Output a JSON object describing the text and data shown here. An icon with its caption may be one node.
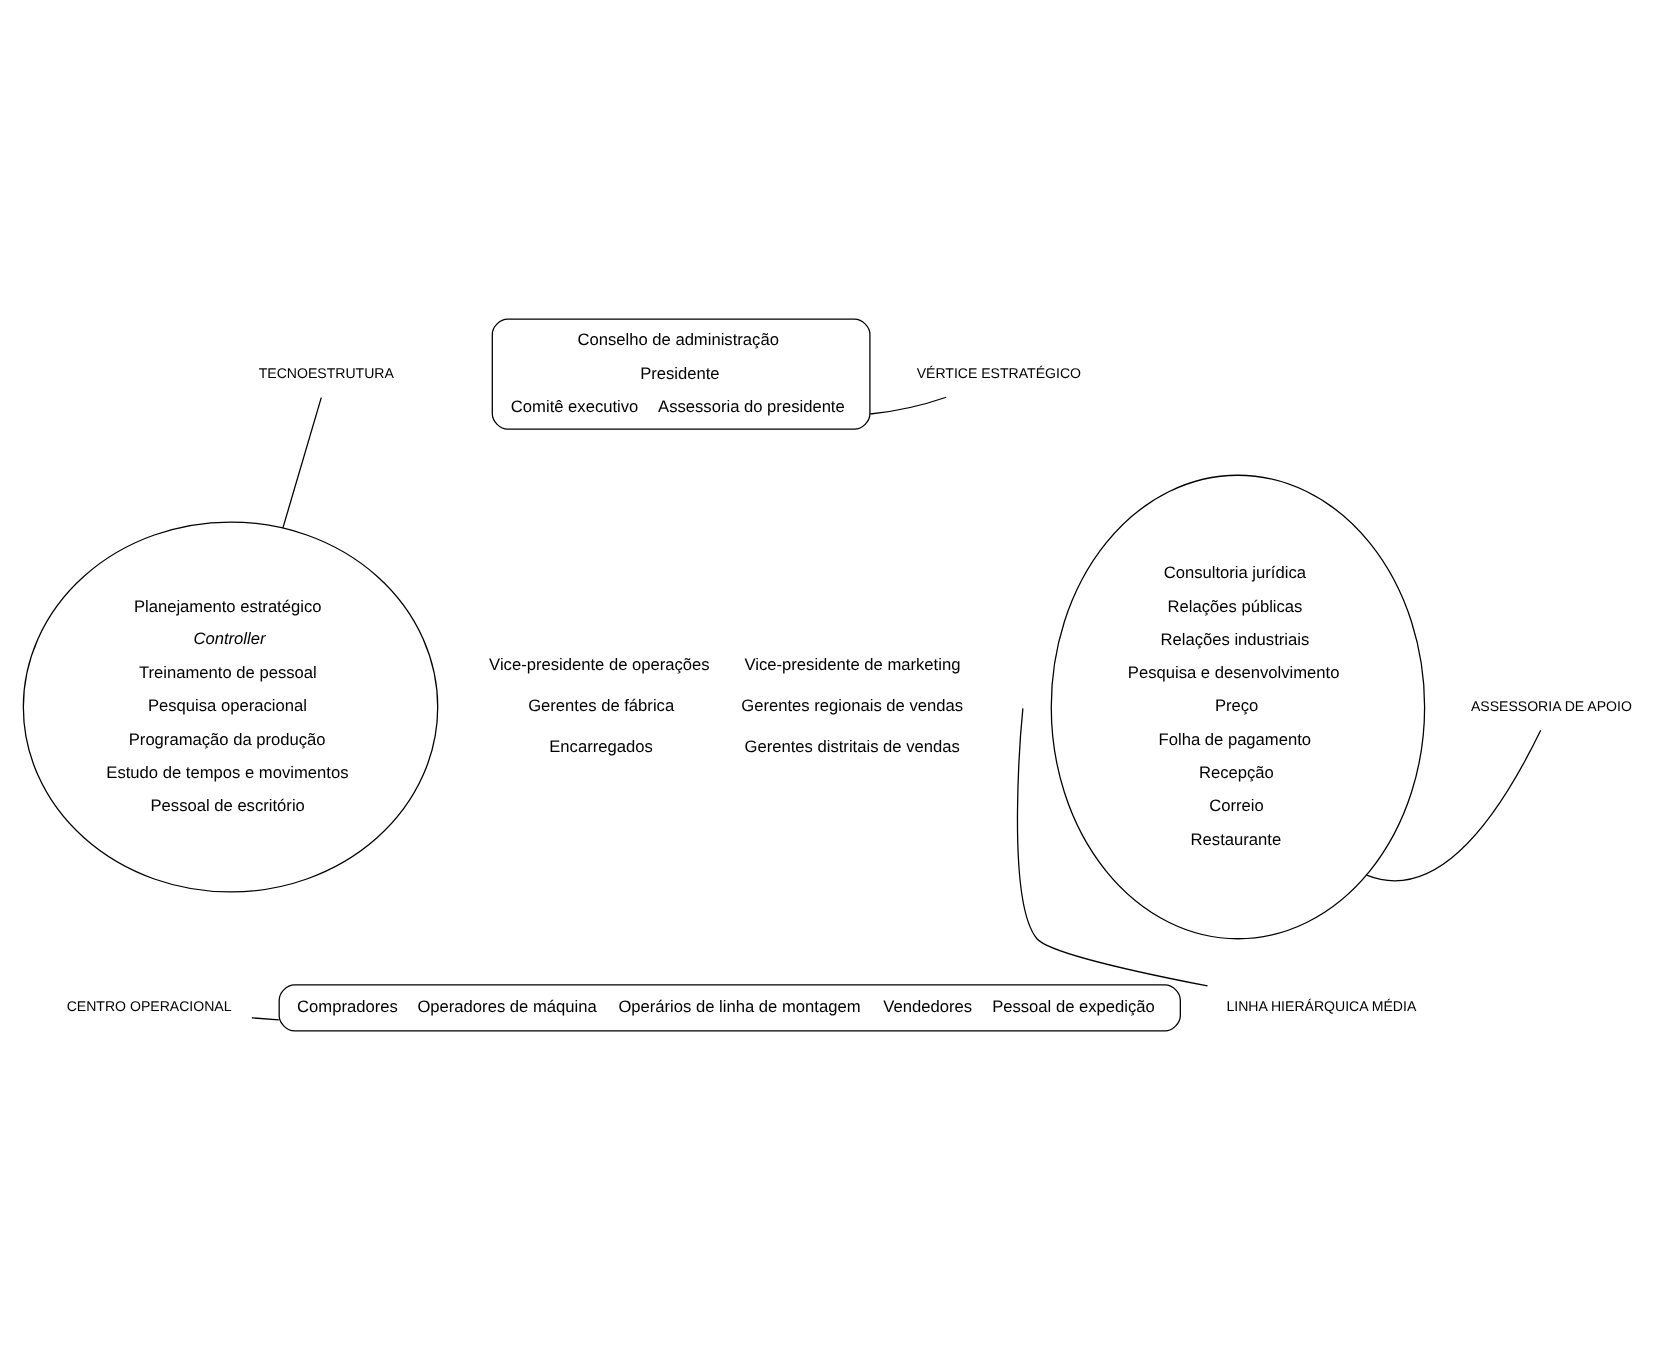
{
  "diagram": {
    "nodes": [
      {
        "text": [
          "Conselho de administração",
          "Presidente",
          "Comitê executivo",
          "Assessoria do presidente"
        ]
      },
      {
        "text": [
          "VÉRTICE ESTRATÉGICO"
        ]
      },
      {
        "text": [
          "TECNOESTRUTURA"
        ]
      },
      {
        "text": [
          "Planejamento estratégico",
          "Controller",
          "Treinamento de pessoal",
          "Pesquisa operacional",
          "Programação da produção",
          "Estudo de tempos e movimentos",
          "Pessoal de escritório"
        ]
      },
      {
        "text": [
          "Consultoria jurídica",
          "Relações públicas",
          "Relações industriais",
          "Pesquisa e desenvolvimento",
          "Preço",
          "Folha de pagamento",
          "Recepção",
          "Correio",
          "Restaurante"
        ]
      },
      {
        "text": [
          "ASSESSORIA DE APOIO"
        ]
      },
      {
        "text": [
          "LINHA HIERÁRQUICA MÉDIA"
        ]
      },
      {
        "text": [
          "Compradores",
          "Operadores de máquina",
          "Operários de linha de montagem",
          "Vendedores",
          "Pessoal de expedição"
        ]
      },
      {
        "text": [
          "CENTRO OPERACIONAL"
        ]
      }
    ],
    "edges": [
      {
        "from": 1,
        "to": 0,
        "arrow": "none"
      },
      {
        "from": 2,
        "to": 3,
        "arrow": "none"
      },
      {
        "from": 5,
        "to": 4,
        "arrow": "none"
      },
      {
        "from": 6,
        "to": null,
        "arrow": "none"
      },
      {
        "from": 8,
        "to": 7,
        "arrow": "none"
      }
    ],
    "labels": [
      "Vice-presidente de operações",
      "Vice-presidente de marketing",
      "Gerentes de fábrica",
      "Gerentes regionais de vendas",
      "Encarregados",
      "Gerentes distritais de vendas"
    ]
  }
}
